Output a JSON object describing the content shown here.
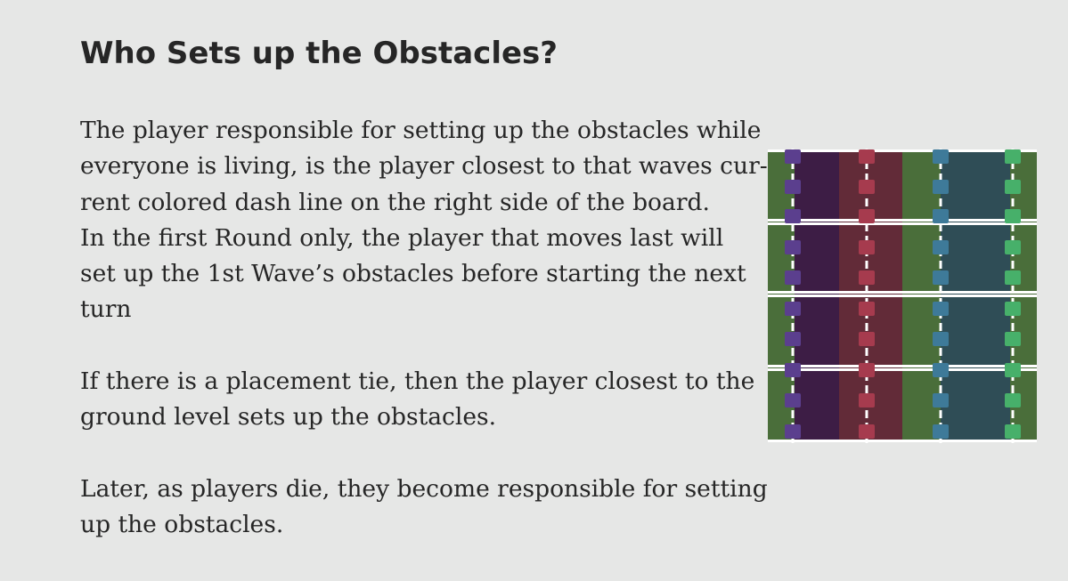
{
  "heading": "Who Sets up the Obstacles?",
  "paragraphs": [
    {
      "lines": [
        "The player responsible for setting up the obstacles while",
        "everyone is living, is the player closest to that waves cur-",
        "rent colored dash line on the right side of the board.",
        "In the first Round only, the player that moves last will",
        "set up the 1st Wave’s obstacles before starting the next",
        "turn"
      ]
    },
    {
      "lines": [
        "If there is a placement tie, then the player closest to the",
        "ground level sets up the obstacles."
      ]
    },
    {
      "lines": [
        "Later, as players die, they become responsible for setting",
        "up the obstacles."
      ]
    }
  ],
  "board": {
    "lane_colors": [
      "#4a6e3a",
      "#3d1d45",
      "#622b38",
      "#4a6e3a",
      "#2f4d56",
      "#4a6e3a"
    ],
    "dash_colors": [
      "#5b3f8e",
      "#a63b4e",
      "#3e7a99",
      "#47b06a"
    ],
    "grid_line_color": "#ffffff"
  }
}
